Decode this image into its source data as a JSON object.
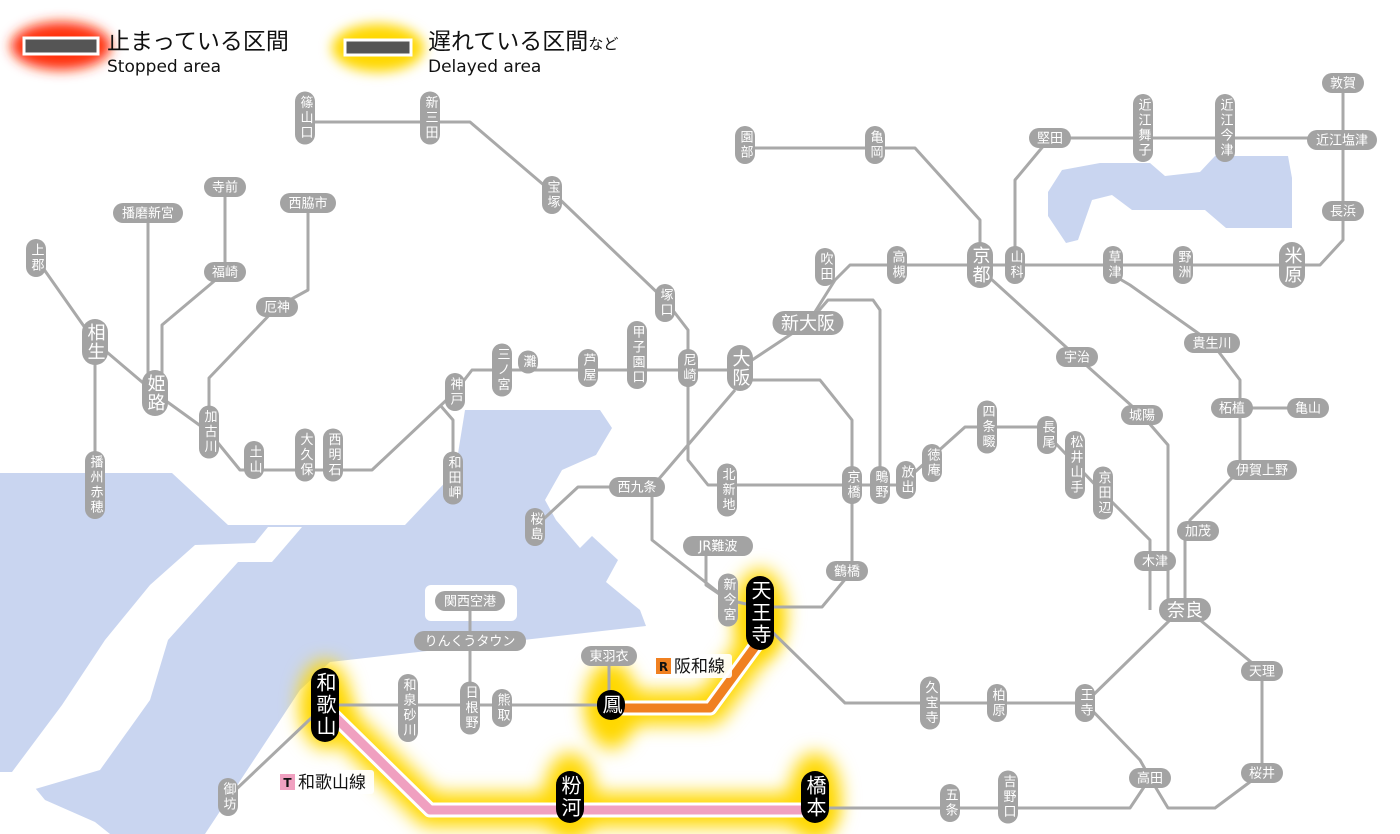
{
  "legend": {
    "stopped_ja": "止まっている区間",
    "stopped_en": "Stopped area",
    "delayed_ja": "遅れている区間",
    "delayed_suffix": "など",
    "delayed_en": "Delayed area",
    "stopped_color": "#ff3010",
    "delayed_color": "#ffd800"
  },
  "affected_lines": [
    {
      "badge": "R",
      "name": "阪和線",
      "color": "#f08020",
      "status": "delayed"
    },
    {
      "badge": "T",
      "name": "和歌山線",
      "color": "#f0a0c0",
      "status": "delayed"
    }
  ],
  "colors": {
    "sea": "#c9d5f0",
    "line": "#a9a9a9",
    "station": "#a3a3a3",
    "affected_station": "#000000"
  },
  "stations": [
    {
      "name": "篠山口"
    },
    {
      "name": "新三田"
    },
    {
      "name": "宝塚"
    },
    {
      "name": "塚口"
    },
    {
      "name": "尼崎"
    },
    {
      "name": "甲子園口"
    },
    {
      "name": "芦屋"
    },
    {
      "name": "灘"
    },
    {
      "name": "三ノ宮"
    },
    {
      "name": "神戸"
    },
    {
      "name": "和田岬"
    },
    {
      "name": "西明石"
    },
    {
      "name": "大久保"
    },
    {
      "name": "土山"
    },
    {
      "name": "加古川"
    },
    {
      "name": "姫路"
    },
    {
      "name": "相生"
    },
    {
      "name": "上郡"
    },
    {
      "name": "播州赤穂"
    },
    {
      "name": "播磨新宮"
    },
    {
      "name": "寺前"
    },
    {
      "name": "福崎"
    },
    {
      "name": "西脇市"
    },
    {
      "name": "厄神"
    },
    {
      "name": "大阪"
    },
    {
      "name": "新大阪"
    },
    {
      "name": "吹田"
    },
    {
      "name": "高槻"
    },
    {
      "name": "京都"
    },
    {
      "name": "山科"
    },
    {
      "name": "園部"
    },
    {
      "name": "亀岡"
    },
    {
      "name": "堅田"
    },
    {
      "name": "近江舞子"
    },
    {
      "name": "近江今津"
    },
    {
      "name": "近江塩津"
    },
    {
      "name": "敦賀"
    },
    {
      "name": "長浜"
    },
    {
      "name": "米原"
    },
    {
      "name": "野洲"
    },
    {
      "name": "草津"
    },
    {
      "name": "宇治"
    },
    {
      "name": "貴生川"
    },
    {
      "name": "城陽"
    },
    {
      "name": "柘植"
    },
    {
      "name": "亀山"
    },
    {
      "name": "伊賀上野"
    },
    {
      "name": "加茂"
    },
    {
      "name": "木津"
    },
    {
      "name": "奈良"
    },
    {
      "name": "天理"
    },
    {
      "name": "桜井"
    },
    {
      "name": "高田"
    },
    {
      "name": "王寺"
    },
    {
      "name": "柏原"
    },
    {
      "name": "久宝寺"
    },
    {
      "name": "京田辺"
    },
    {
      "name": "松井山手"
    },
    {
      "name": "長尾"
    },
    {
      "name": "四条畷"
    },
    {
      "name": "徳庵"
    },
    {
      "name": "放出"
    },
    {
      "name": "鴫野"
    },
    {
      "name": "京橋"
    },
    {
      "name": "北新地"
    },
    {
      "name": "西九条"
    },
    {
      "name": "桜島"
    },
    {
      "name": "JR難波"
    },
    {
      "name": "新今宮"
    },
    {
      "name": "天王寺",
      "status": "affected"
    },
    {
      "name": "鶴橋"
    },
    {
      "name": "関西空港"
    },
    {
      "name": "りんくうタウン"
    },
    {
      "name": "東羽衣"
    },
    {
      "name": "鳳",
      "status": "affected"
    },
    {
      "name": "和泉砂川"
    },
    {
      "name": "日根野"
    },
    {
      "name": "熊取"
    },
    {
      "name": "和歌山",
      "status": "affected"
    },
    {
      "name": "御坊"
    },
    {
      "name": "粉河",
      "status": "affected"
    },
    {
      "name": "橋本",
      "status": "affected"
    },
    {
      "name": "五条"
    },
    {
      "name": "吉野口"
    }
  ]
}
